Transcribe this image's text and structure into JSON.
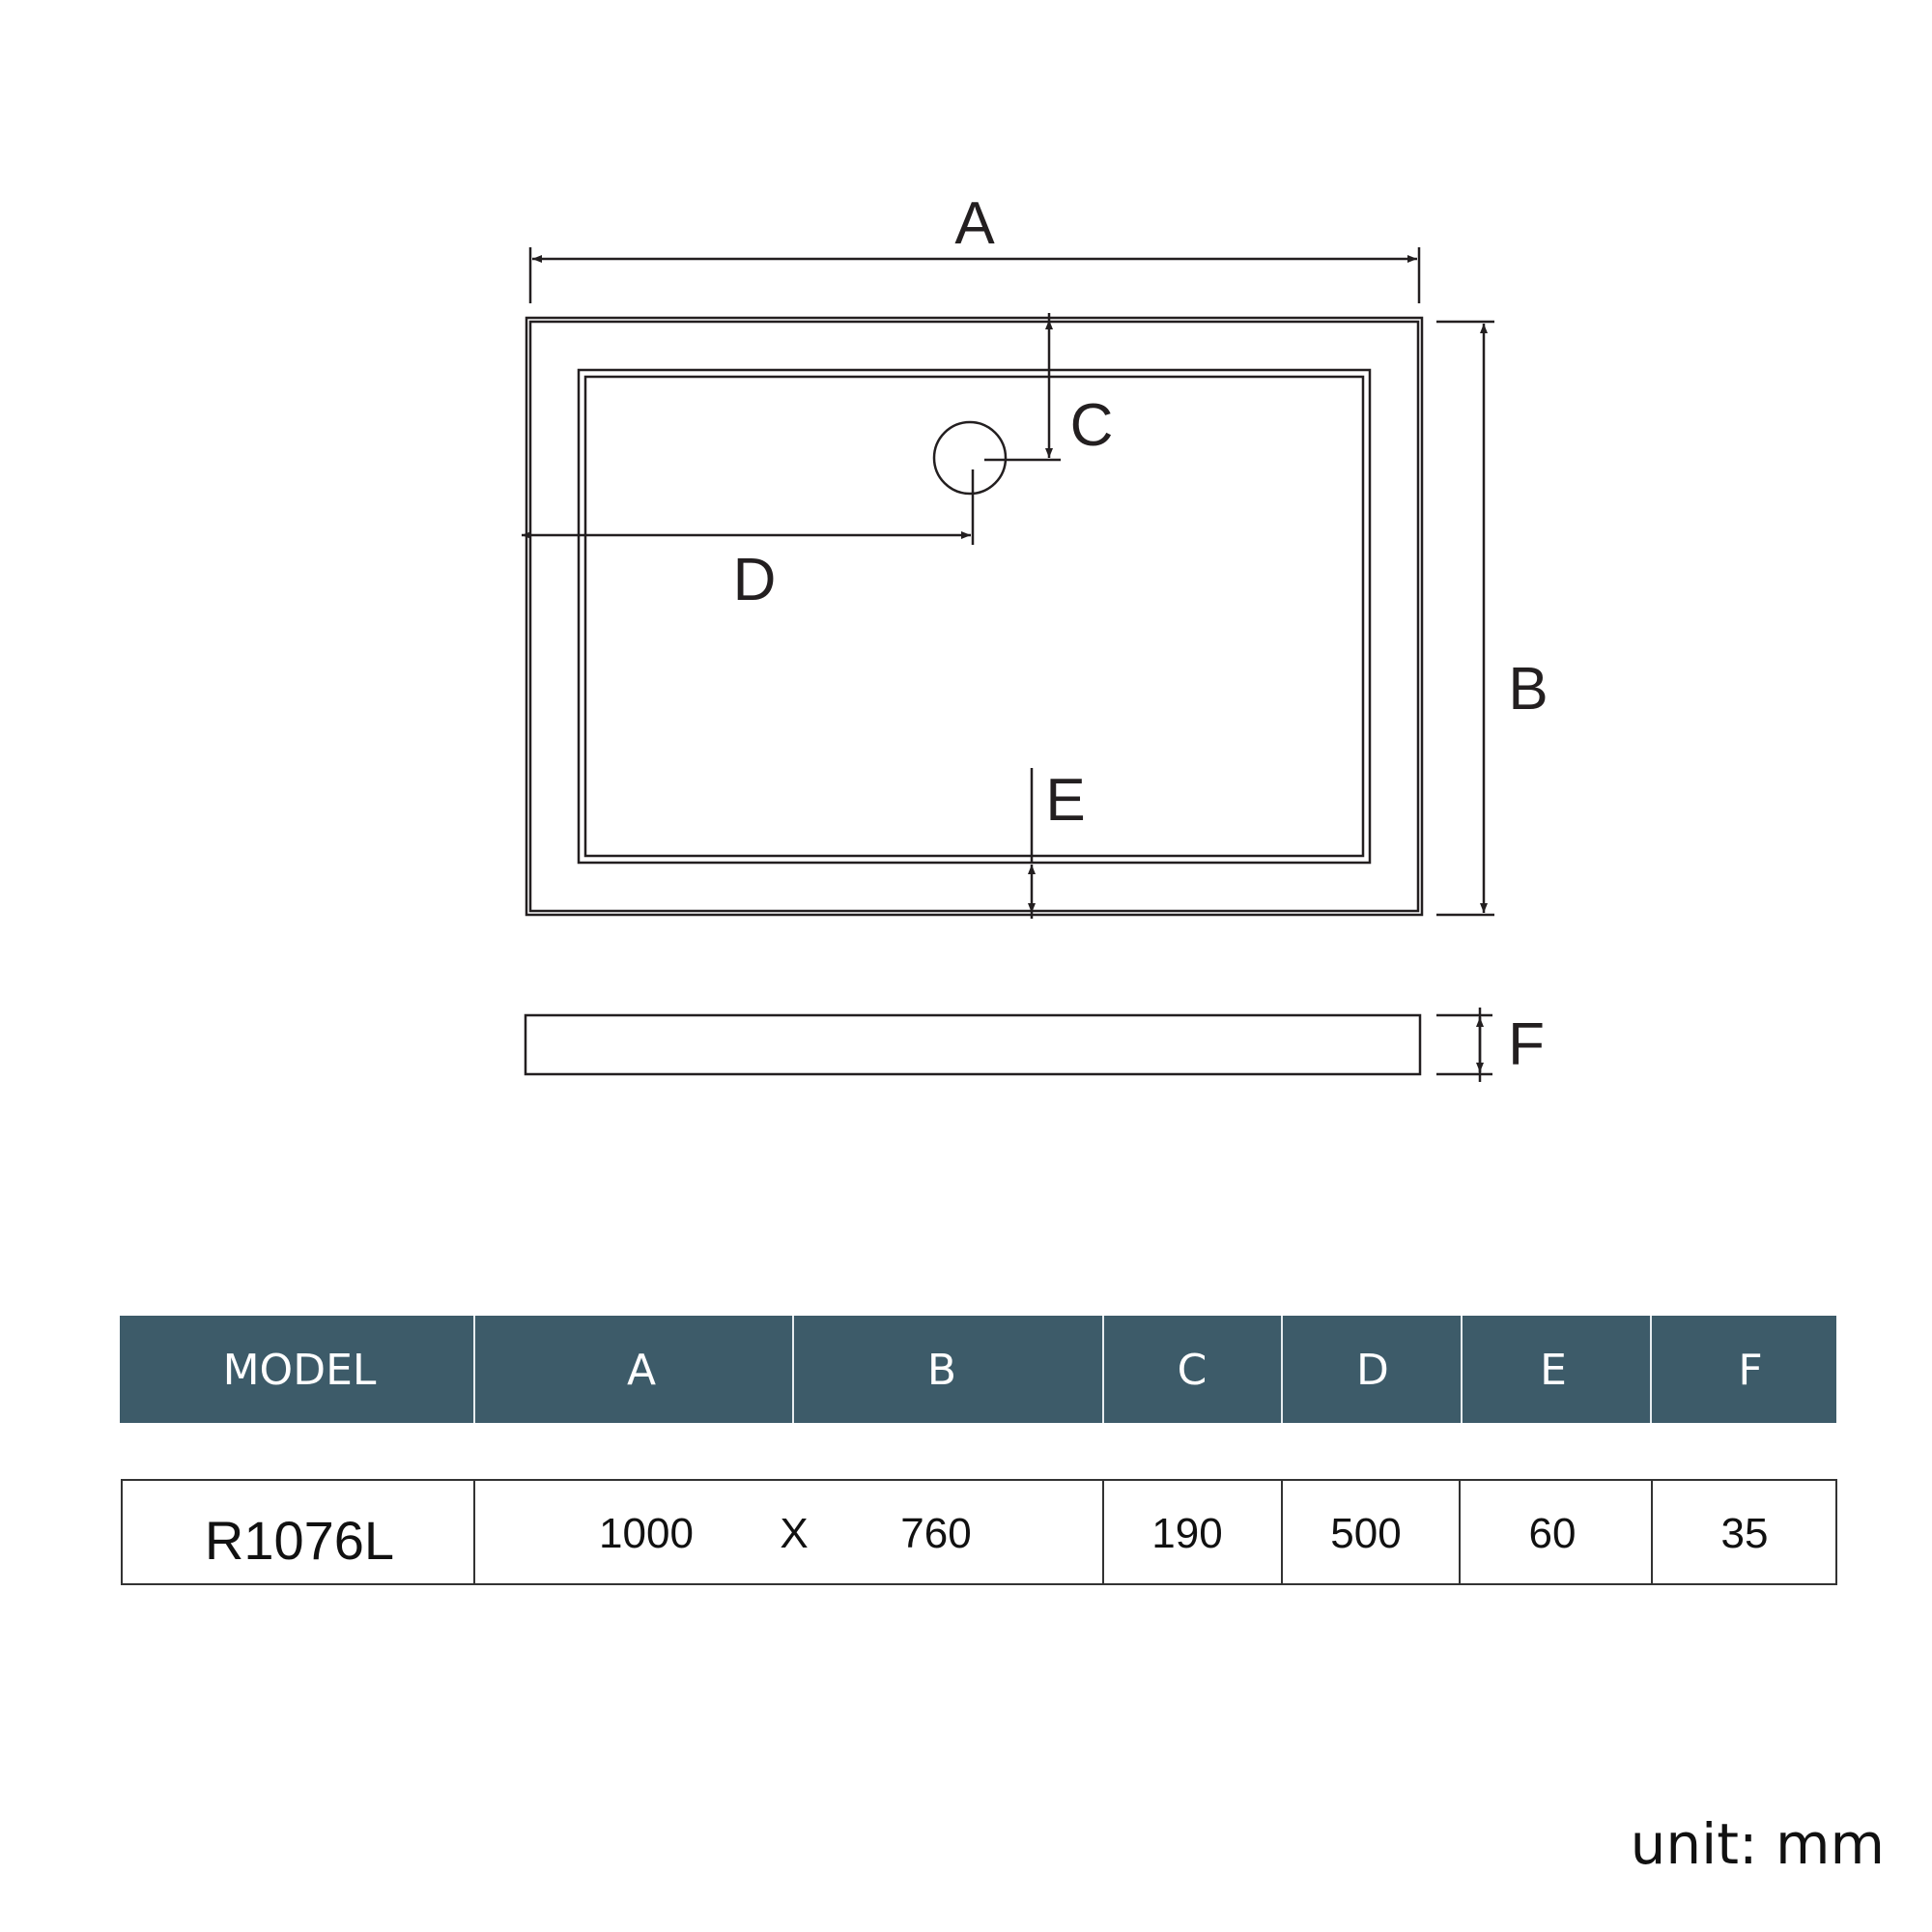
{
  "drawing": {
    "labels": {
      "A": "A",
      "B": "B",
      "C": "C",
      "D": "D",
      "E": "E",
      "F": "F"
    }
  },
  "colors": {
    "header_bg": "#3d5b69",
    "line": "#231f20"
  },
  "table": {
    "headers": [
      "MODEL",
      "A",
      "B",
      "C",
      "D",
      "E",
      "F"
    ],
    "row": {
      "model": "R1076L",
      "A": "1000",
      "separator": "X",
      "B": "760",
      "C": "190",
      "D": "500",
      "E": "60",
      "F": "35"
    }
  },
  "unit_label": "unit: mm"
}
